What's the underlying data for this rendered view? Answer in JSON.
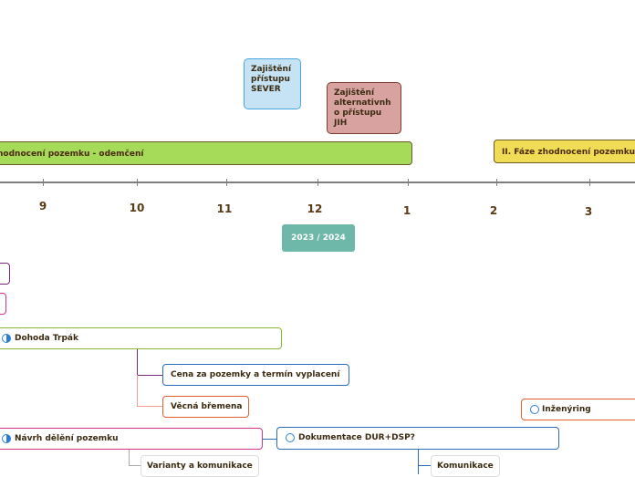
{
  "notes": {
    "north": "Zajištění přístupu SEVER",
    "south": "Zajištění alternativnh o přístupu JIH"
  },
  "phases": {
    "phase1": "hodnocení pozemku - odemčení",
    "phase2": "II. Fáze zhodnocení pozemku"
  },
  "timeline": {
    "ticks": [
      "9",
      "10",
      "11",
      "12",
      "1",
      "2",
      "3"
    ],
    "year_badge": "2023 / 2024"
  },
  "nodes": {
    "dohoda": "Dohoda Trpák",
    "cena": "Cena za pozemky a termín vyplacení",
    "bremena": "Věcná břemena",
    "navrh": "Návrh dělění pozemku",
    "varianty": "Varianty a komunikace",
    "dokumentace": "Dokumentace DUR+DSP?",
    "komunikace": "Komunikace",
    "inzenyring": "Inženýring"
  },
  "colors": {
    "phase1": "#a6db5a",
    "phase2": "#f1dd55",
    "note_north": "#c5e3f4",
    "note_south": "#d8a2a0",
    "year_badge": "#6db8a8",
    "timeline_axis": "#7d7d7d"
  },
  "icons": {
    "progress_half": "progress-half-icon",
    "progress_empty": "progress-empty-icon"
  }
}
